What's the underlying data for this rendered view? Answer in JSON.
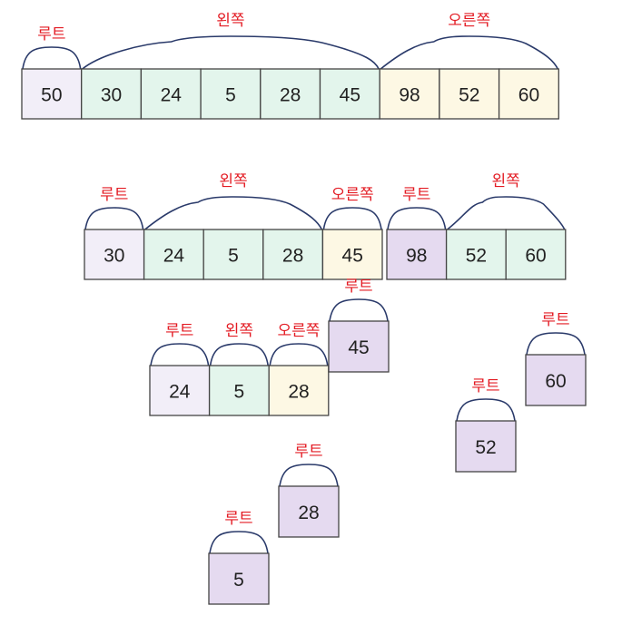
{
  "colors": {
    "root": "#f2eef8",
    "left": "#e3f5ec",
    "right": "#fdf8e4",
    "leaf": "#e5daf0",
    "label": "#e31b23",
    "brace": "#2a3a6a",
    "border": "#444444"
  },
  "labels": {
    "root": "루트",
    "left": "왼쪽",
    "right": "오른쪽"
  },
  "rows": [
    {
      "id": "row1",
      "cells": [
        {
          "value": "50",
          "role": "root"
        },
        {
          "value": "30",
          "role": "left"
        },
        {
          "value": "24",
          "role": "left"
        },
        {
          "value": "5",
          "role": "left"
        },
        {
          "value": "28",
          "role": "left"
        },
        {
          "value": "45",
          "role": "left"
        },
        {
          "value": "98",
          "role": "right"
        },
        {
          "value": "52",
          "role": "right"
        },
        {
          "value": "60",
          "role": "right"
        }
      ]
    },
    {
      "id": "row2a",
      "cells": [
        {
          "value": "30",
          "role": "root"
        },
        {
          "value": "24",
          "role": "left"
        },
        {
          "value": "5",
          "role": "left"
        },
        {
          "value": "28",
          "role": "left"
        },
        {
          "value": "45",
          "role": "right"
        }
      ]
    },
    {
      "id": "row2b",
      "cells": [
        {
          "value": "98",
          "role": "leaf"
        },
        {
          "value": "52",
          "role": "left"
        },
        {
          "value": "60",
          "role": "left"
        }
      ]
    },
    {
      "id": "row3",
      "cells": [
        {
          "value": "24",
          "role": "root"
        },
        {
          "value": "5",
          "role": "left"
        },
        {
          "value": "28",
          "role": "right"
        }
      ]
    },
    {
      "id": "leaf45",
      "cells": [
        {
          "value": "45",
          "role": "leaf"
        }
      ]
    },
    {
      "id": "leaf60",
      "cells": [
        {
          "value": "60",
          "role": "leaf"
        }
      ]
    },
    {
      "id": "leaf52",
      "cells": [
        {
          "value": "52",
          "role": "leaf"
        }
      ]
    },
    {
      "id": "leaf28",
      "cells": [
        {
          "value": "28",
          "role": "leaf"
        }
      ]
    },
    {
      "id": "leaf5",
      "cells": [
        {
          "value": "5",
          "role": "leaf"
        }
      ]
    }
  ],
  "annotations": [
    {
      "row": "row1",
      "from": 0,
      "to": 0,
      "label": "root"
    },
    {
      "row": "row1",
      "from": 1,
      "to": 5,
      "label": "left"
    },
    {
      "row": "row1",
      "from": 6,
      "to": 8,
      "label": "right"
    },
    {
      "row": "row2a",
      "from": 0,
      "to": 0,
      "label": "root"
    },
    {
      "row": "row2a",
      "from": 1,
      "to": 3,
      "label": "left"
    },
    {
      "row": "row2a",
      "from": 4,
      "to": 4,
      "label": "right"
    },
    {
      "row": "row2b",
      "from": 0,
      "to": 0,
      "label": "root"
    },
    {
      "row": "row2b",
      "from": 1,
      "to": 2,
      "label": "left"
    },
    {
      "row": "row3",
      "from": 0,
      "to": 0,
      "label": "root"
    },
    {
      "row": "row3",
      "from": 1,
      "to": 1,
      "label": "left"
    },
    {
      "row": "row3",
      "from": 2,
      "to": 2,
      "label": "right"
    },
    {
      "row": "leaf45",
      "from": 0,
      "to": 0,
      "label": "root"
    },
    {
      "row": "leaf60",
      "from": 0,
      "to": 0,
      "label": "root"
    },
    {
      "row": "leaf52",
      "from": 0,
      "to": 0,
      "label": "root"
    },
    {
      "row": "leaf28",
      "from": 0,
      "to": 0,
      "label": "root"
    },
    {
      "row": "leaf5",
      "from": 0,
      "to": 0,
      "label": "root"
    }
  ]
}
